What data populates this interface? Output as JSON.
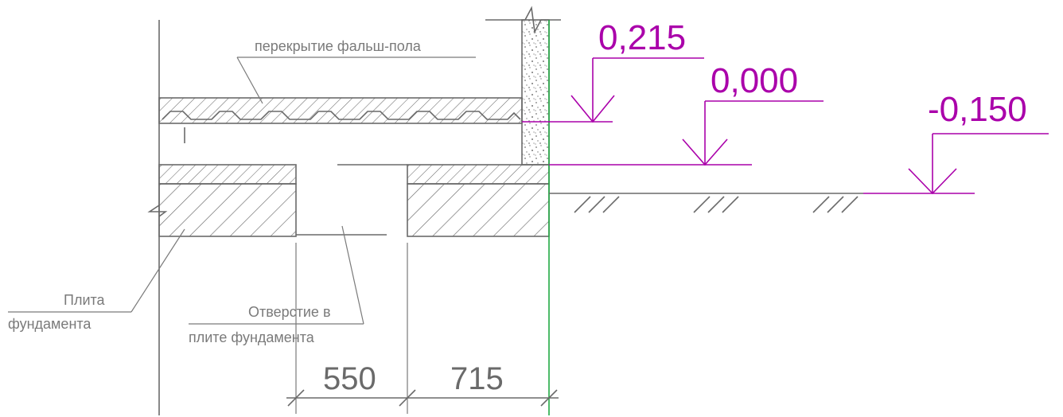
{
  "labels": {
    "false_floor": "перекрытие фальш-пола",
    "slab_line1": "Плита",
    "slab_line2": "фундамента",
    "opening_line1": "Отверстие в",
    "opening_line2": "плите фундамента"
  },
  "dimensions": {
    "opening_width": "550",
    "edge_width": "715"
  },
  "levels": {
    "top": "0,215",
    "zero": "0,000",
    "ground": "-0,150"
  },
  "colors": {
    "level_marks": "#aa00aa",
    "wall_face": "#22aa44",
    "linework": "#6a6a6a"
  }
}
